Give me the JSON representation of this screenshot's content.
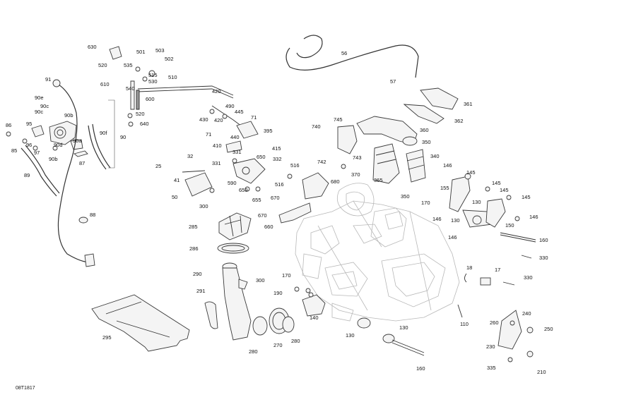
{
  "diagram": {
    "drawing_code": "08T1817",
    "callouts": [
      {
        "id": "c630",
        "text": "630"
      },
      {
        "id": "c501",
        "text": "501"
      },
      {
        "id": "c503",
        "text": "503"
      },
      {
        "id": "c502",
        "text": "502"
      },
      {
        "id": "c520a",
        "text": "520"
      },
      {
        "id": "c535",
        "text": "535"
      },
      {
        "id": "c515",
        "text": "515"
      },
      {
        "id": "c530",
        "text": "530"
      },
      {
        "id": "c510",
        "text": "510"
      },
      {
        "id": "c610",
        "text": "610"
      },
      {
        "id": "c540",
        "text": "540"
      },
      {
        "id": "c600",
        "text": "600"
      },
      {
        "id": "c520b",
        "text": "520"
      },
      {
        "id": "c640",
        "text": "640"
      },
      {
        "id": "c91",
        "text": "91"
      },
      {
        "id": "c90e",
        "text": "90e"
      },
      {
        "id": "c90c1",
        "text": "90c"
      },
      {
        "id": "c90c2",
        "text": "90c"
      },
      {
        "id": "c90b1",
        "text": "90b"
      },
      {
        "id": "c95",
        "text": "95"
      },
      {
        "id": "c86",
        "text": "86"
      },
      {
        "id": "c85",
        "text": "85"
      },
      {
        "id": "c96",
        "text": "96"
      },
      {
        "id": "c97",
        "text": "97"
      },
      {
        "id": "c90d",
        "text": "90d"
      },
      {
        "id": "c90a",
        "text": "90a"
      },
      {
        "id": "c90b2",
        "text": "90b"
      },
      {
        "id": "c90f",
        "text": "90f"
      },
      {
        "id": "c90",
        "text": "90"
      },
      {
        "id": "c87",
        "text": "87"
      },
      {
        "id": "c89",
        "text": "89"
      },
      {
        "id": "c88",
        "text": "88"
      },
      {
        "id": "c56",
        "text": "56"
      },
      {
        "id": "c57",
        "text": "57"
      },
      {
        "id": "c361",
        "text": "361"
      },
      {
        "id": "c362",
        "text": "362"
      },
      {
        "id": "c420a",
        "text": "420"
      },
      {
        "id": "c490",
        "text": "490"
      },
      {
        "id": "c445",
        "text": "445"
      },
      {
        "id": "c430",
        "text": "430"
      },
      {
        "id": "c420b",
        "text": "420"
      },
      {
        "id": "c71a",
        "text": "71"
      },
      {
        "id": "c71b",
        "text": "71"
      },
      {
        "id": "c395",
        "text": "395"
      },
      {
        "id": "c440",
        "text": "440"
      },
      {
        "id": "c410",
        "text": "410"
      },
      {
        "id": "c415",
        "text": "415"
      },
      {
        "id": "c331a",
        "text": "331"
      },
      {
        "id": "c650a",
        "text": "650"
      },
      {
        "id": "c331b",
        "text": "331"
      },
      {
        "id": "c332",
        "text": "332"
      },
      {
        "id": "c590",
        "text": "590"
      },
      {
        "id": "c650b",
        "text": "650"
      },
      {
        "id": "c655",
        "text": "655"
      },
      {
        "id": "c32",
        "text": "32"
      },
      {
        "id": "c25",
        "text": "25"
      },
      {
        "id": "c41",
        "text": "41"
      },
      {
        "id": "c50",
        "text": "50"
      },
      {
        "id": "c300a",
        "text": "300"
      },
      {
        "id": "c745",
        "text": "745"
      },
      {
        "id": "c740",
        "text": "740"
      },
      {
        "id": "c360",
        "text": "360"
      },
      {
        "id": "c350a",
        "text": "350"
      },
      {
        "id": "c340",
        "text": "340"
      },
      {
        "id": "c743",
        "text": "743"
      },
      {
        "id": "c742",
        "text": "742"
      },
      {
        "id": "c370",
        "text": "370"
      },
      {
        "id": "c516a",
        "text": "516"
      },
      {
        "id": "c516b",
        "text": "516"
      },
      {
        "id": "c680",
        "text": "680"
      },
      {
        "id": "c365",
        "text": "365"
      },
      {
        "id": "c350b",
        "text": "350"
      },
      {
        "id": "c146a",
        "text": "146"
      },
      {
        "id": "c145a",
        "text": "145"
      },
      {
        "id": "c145b",
        "text": "145"
      },
      {
        "id": "c155",
        "text": "155"
      },
      {
        "id": "c145c",
        "text": "145"
      },
      {
        "id": "c170a",
        "text": "170"
      },
      {
        "id": "c130a",
        "text": "130"
      },
      {
        "id": "c145d",
        "text": "145"
      },
      {
        "id": "c146b",
        "text": "146"
      },
      {
        "id": "c130b",
        "text": "130"
      },
      {
        "id": "c150",
        "text": "150"
      },
      {
        "id": "c146c",
        "text": "146"
      },
      {
        "id": "c146d",
        "text": "146"
      },
      {
        "id": "c160a",
        "text": "160"
      },
      {
        "id": "c330a",
        "text": "330"
      },
      {
        "id": "c670",
        "text": "670"
      },
      {
        "id": "c670b",
        "text": "670"
      },
      {
        "id": "c660",
        "text": "660"
      },
      {
        "id": "c285",
        "text": "285"
      },
      {
        "id": "c286",
        "text": "286"
      },
      {
        "id": "c290",
        "text": "290"
      },
      {
        "id": "c300b",
        "text": "300"
      },
      {
        "id": "c170b",
        "text": "170"
      },
      {
        "id": "c190",
        "text": "190"
      },
      {
        "id": "c140",
        "text": "140"
      },
      {
        "id": "c18",
        "text": "18"
      },
      {
        "id": "c17",
        "text": "17"
      },
      {
        "id": "c330b",
        "text": "330"
      },
      {
        "id": "c291",
        "text": "291"
      },
      {
        "id": "c295",
        "text": "295"
      },
      {
        "id": "c280a",
        "text": "280"
      },
      {
        "id": "c270",
        "text": "270"
      },
      {
        "id": "c280b",
        "text": "280"
      },
      {
        "id": "c130c",
        "text": "130"
      },
      {
        "id": "c130d",
        "text": "130"
      },
      {
        "id": "c110",
        "text": "110"
      },
      {
        "id": "c260",
        "text": "260"
      },
      {
        "id": "c240",
        "text": "240"
      },
      {
        "id": "c250",
        "text": "250"
      },
      {
        "id": "c230",
        "text": "230"
      },
      {
        "id": "c160b",
        "text": "160"
      },
      {
        "id": "c335",
        "text": "335"
      },
      {
        "id": "c210",
        "text": "210"
      }
    ]
  }
}
